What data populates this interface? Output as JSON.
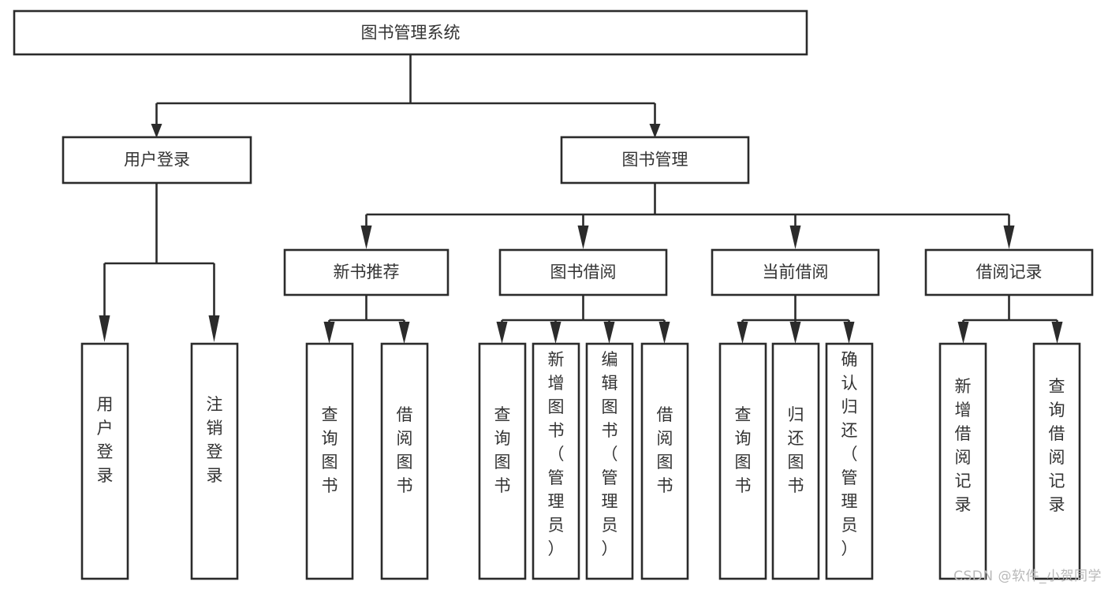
{
  "diagram": {
    "type": "tree",
    "title": "图书管理系统",
    "background_color": "#ffffff",
    "line_color": "#2b2b2b",
    "text_color": "#333333",
    "root": {
      "id": "root",
      "label": "图书管理系统",
      "orientation": "horizontal"
    },
    "level2": [
      {
        "id": "user-login",
        "label": "用户登录",
        "orientation": "horizontal"
      },
      {
        "id": "book-management",
        "label": "图书管理",
        "orientation": "horizontal"
      }
    ],
    "level3": [
      {
        "id": "new-book-recommend",
        "label": "新书推荐",
        "orientation": "horizontal",
        "parent": "book-management"
      },
      {
        "id": "book-borrow",
        "label": "图书借阅",
        "orientation": "horizontal",
        "parent": "book-management"
      },
      {
        "id": "current-borrow",
        "label": "当前借阅",
        "orientation": "horizontal",
        "parent": "book-management"
      },
      {
        "id": "borrow-record",
        "label": "借阅记录",
        "orientation": "horizontal",
        "parent": "book-management"
      }
    ],
    "leaves": [
      {
        "id": "leaf-user-login",
        "label": "用户登录",
        "orientation": "vertical",
        "parent": "user-login"
      },
      {
        "id": "leaf-logout-login",
        "label": "注销登录",
        "orientation": "vertical",
        "parent": "user-login"
      },
      {
        "id": "leaf-query-book-1",
        "label": "查询图书",
        "orientation": "vertical",
        "parent": "new-book-recommend"
      },
      {
        "id": "leaf-borrow-book-1",
        "label": "借阅图书",
        "orientation": "vertical",
        "parent": "new-book-recommend"
      },
      {
        "id": "leaf-query-book-2",
        "label": "查询图书",
        "orientation": "vertical",
        "parent": "book-borrow"
      },
      {
        "id": "leaf-add-book",
        "label": "新增图书（管理员）",
        "orientation": "vertical",
        "parent": "book-borrow"
      },
      {
        "id": "leaf-edit-book",
        "label": "编辑图书（管理员）",
        "orientation": "vertical",
        "parent": "book-borrow"
      },
      {
        "id": "leaf-borrow-book-2",
        "label": "借阅图书",
        "orientation": "vertical",
        "parent": "book-borrow"
      },
      {
        "id": "leaf-query-book-3",
        "label": "查询图书",
        "orientation": "vertical",
        "parent": "current-borrow"
      },
      {
        "id": "leaf-return-book",
        "label": "归还图书",
        "orientation": "vertical",
        "parent": "current-borrow"
      },
      {
        "id": "leaf-confirm-return",
        "label": "确认归还（管理员）",
        "orientation": "vertical",
        "parent": "current-borrow"
      },
      {
        "id": "leaf-add-record",
        "label": "新增借阅记录",
        "orientation": "vertical",
        "parent": "borrow-record"
      },
      {
        "id": "leaf-query-record",
        "label": "查询借阅记录",
        "orientation": "vertical",
        "parent": "borrow-record"
      }
    ]
  },
  "watermark": {
    "text": "CSDN @软件_小贺同学"
  }
}
